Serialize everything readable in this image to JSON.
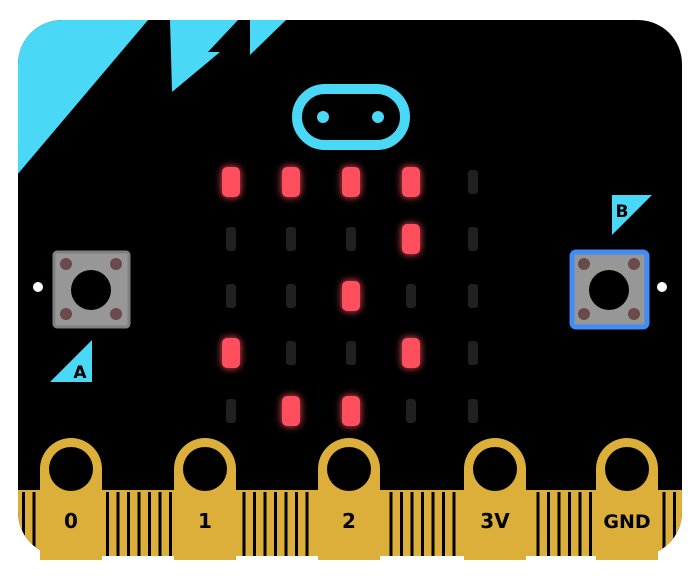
{
  "board": {
    "name": "micro:bit",
    "colors": {
      "board": "#000000",
      "accent": "#4ad8f7",
      "gold": "#dbaf3a",
      "led_on": "#ff4f5e",
      "led_off": "#202020",
      "button_a_border": "#808080",
      "button_b_border": "#3f8ef7"
    }
  },
  "buttons": {
    "a_label": "A",
    "b_label": "B"
  },
  "pins": [
    {
      "label": "0"
    },
    {
      "label": "1"
    },
    {
      "label": "2"
    },
    {
      "label": "3V"
    },
    {
      "label": "GND"
    }
  ],
  "leds": [
    [
      1,
      1,
      1,
      1,
      0
    ],
    [
      0,
      0,
      0,
      1,
      0
    ],
    [
      0,
      0,
      1,
      0,
      0
    ],
    [
      1,
      0,
      0,
      1,
      0
    ],
    [
      0,
      1,
      1,
      0,
      0
    ]
  ],
  "icons": {
    "logo": "microbit-logo-icon",
    "pin_hole": "pin-hole-icon"
  }
}
